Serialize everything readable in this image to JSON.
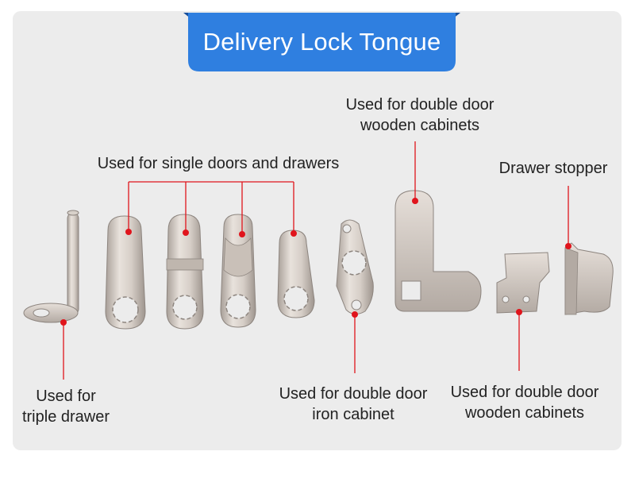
{
  "title": "Delivery Lock Tongue",
  "colors": {
    "title_bg": "#2f7fe0",
    "title_bg_dark": "#1a5fb8",
    "panel_bg": "#ececec",
    "pointer": "#e0141c",
    "metal": "#d9d2cc"
  },
  "labels": {
    "triple_drawer_line1": "Used for",
    "triple_drawer_line2": "triple drawer",
    "single_doors": "Used for single doors and drawers",
    "iron_cabinet_line1": "Used for double door",
    "iron_cabinet_line2": "iron cabinet",
    "wooden_top_line1": "Used for double door",
    "wooden_top_line2": "wooden cabinets",
    "drawer_stopper": "Drawer stopper",
    "wooden_bottom_line1": "Used for double door",
    "wooden_bottom_line2": "wooden cabinets"
  }
}
